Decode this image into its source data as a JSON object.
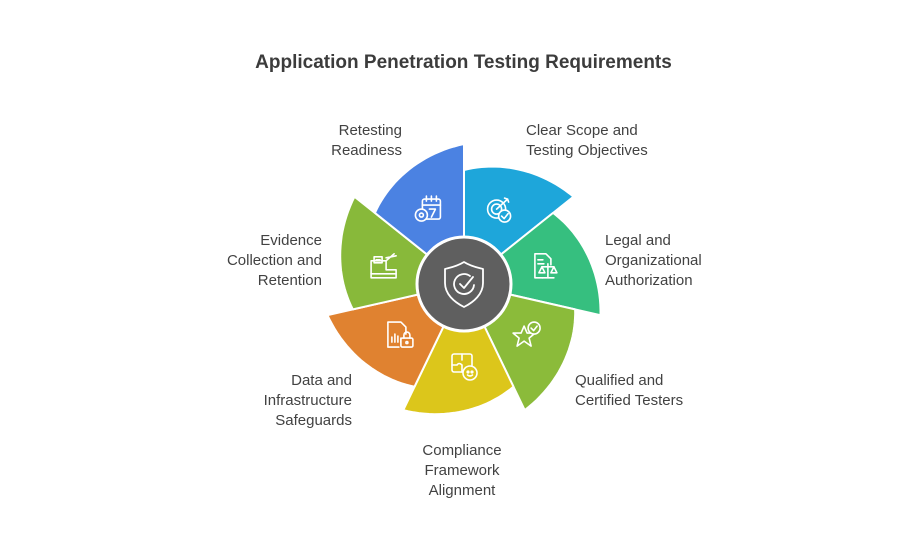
{
  "title": "Application Penetration Testing Requirements",
  "center": {
    "icon": "shield-check-icon",
    "color": "#5f5f5f"
  },
  "segments": [
    {
      "label": "Clear Scope and\nTesting Objectives",
      "icon": "target-check-icon",
      "color": "#1ea6da"
    },
    {
      "label": "Legal and\nOrganizational\nAuthorization",
      "icon": "document-scales-icon",
      "color": "#36bf7f"
    },
    {
      "label": "Qualified and\nCertified Testers",
      "icon": "star-check-icon",
      "color": "#8bbb3a"
    },
    {
      "label": "Compliance\nFramework\nAlignment",
      "icon": "puzzle-smile-icon",
      "color": "#dcc61b"
    },
    {
      "label": "Data and\nInfrastructure\nSafeguards",
      "icon": "file-chart-lock-icon",
      "color": "#e08230"
    },
    {
      "label": "Evidence\nCollection and\nRetention",
      "icon": "printer-scanner-icon",
      "color": "#88b93a"
    },
    {
      "label": "Retesting\nReadiness",
      "icon": "calendar-gear-icon",
      "color": "#4b82e2"
    }
  ]
}
